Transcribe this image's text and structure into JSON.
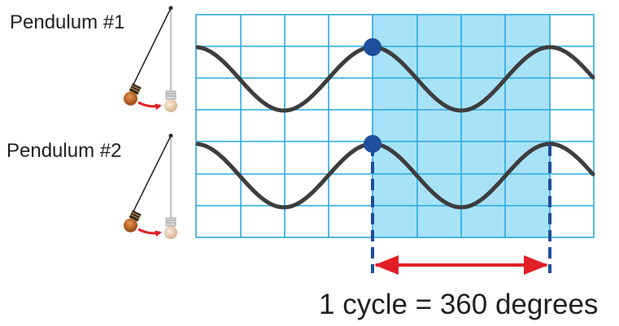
{
  "labels": {
    "pendulum1": "Pendulum #1",
    "pendulum2": "Pendulum #2",
    "caption": "1 cycle = 360 degrees"
  },
  "colors": {
    "grid": "#29a8e0",
    "highlight": "#a8e2f7",
    "wave": "#3d3d3d",
    "dot": "#1f4e9c",
    "dashed": "#1f4e9c",
    "arrow": "#e21f26",
    "bob_active": "#b7652a",
    "bob_rest": "#e8c9a8"
  },
  "icons": [
    "pendulum-swung-icon",
    "pendulum-rest-icon",
    "swing-arrow-icon"
  ]
}
